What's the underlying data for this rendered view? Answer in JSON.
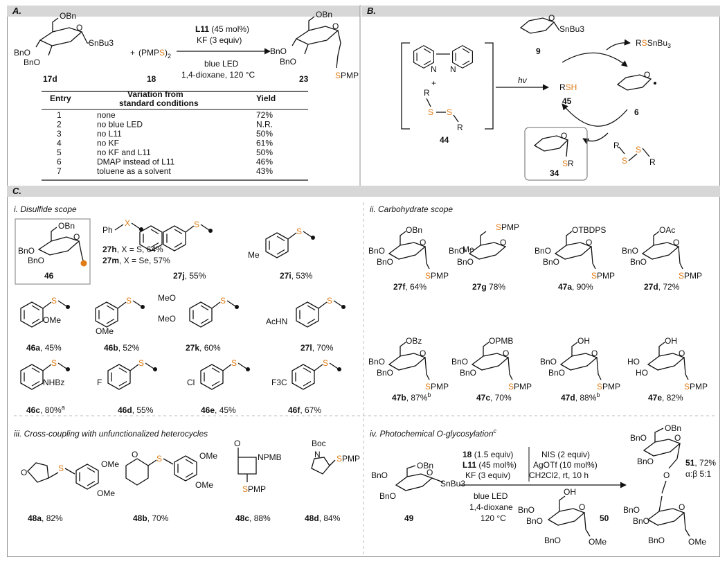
{
  "panels": {
    "A": "A.",
    "B": "B.",
    "C": "C."
  },
  "panelA": {
    "reactant_label": "17d",
    "reagent": "(PMPS)2",
    "reagent_parts": [
      "(PMP",
      "S",
      ")",
      "2"
    ],
    "reagent_label": "18",
    "product_label": "23",
    "plus": "+",
    "sub_obn": "OBn",
    "sub_bno1": "BnO",
    "sub_bno2": "BnO",
    "sub_snbu3": "SnBu3",
    "prod_obn": "OBn",
    "prod_bno1": "BnO",
    "prod_bno2": "BnO",
    "prod_s": "S",
    "prod_pmp": "PMP",
    "cond_above_1_bold": "L11",
    "cond_above_1_rest": " (45 mol%)",
    "cond_above_2": "KF (3 equiv)",
    "cond_below_1": "blue LED",
    "cond_below_2": "1,4-dioxane, 120 °C",
    "table": {
      "headers": [
        "Entry",
        "Variation from",
        "standard conditions",
        "Yield"
      ],
      "rows": [
        [
          "1",
          "none",
          "72%"
        ],
        [
          "2",
          "no blue LED",
          "N.R."
        ],
        [
          "3",
          "no L11",
          "50%"
        ],
        [
          "4",
          "no KF",
          "61%"
        ],
        [
          "5",
          "no KF and L11",
          "50%"
        ],
        [
          "6",
          "DMAP instead of L11",
          "46%"
        ],
        [
          "7",
          "toluene as a solvent",
          "43%"
        ]
      ]
    }
  },
  "panelB": {
    "hv": "hv",
    "plus": "+",
    "label_44": "44",
    "label_9": "9",
    "label_45": "45",
    "label_6": "6",
    "label_34": "34",
    "snbu3": "SnBu3",
    "rssnbu3": "RSSnBu3",
    "rsh": "RSH",
    "sr": "SR",
    "r": "R",
    "s": "S"
  },
  "panelC": {
    "i_title": "i. Disulfide scope",
    "ii_title": "ii. Carbohydrate scope",
    "iii_title": "iii. Cross-coupling with unfunctionalized heterocycles",
    "iv_title": "iv. Photochemical O-glycosylation",
    "iv_sup": "c",
    "disulfides": [
      {
        "label": "46",
        "yield": ""
      },
      {
        "label": "27h",
        "yield": ", X = S, 64%"
      },
      {
        "label": "27m",
        "yield": ", X = Se, 57%"
      },
      {
        "label": "27j",
        "yield": ", 55%"
      },
      {
        "label": "27i",
        "yield": ", 53%"
      },
      {
        "label": "46a",
        "yield": ", 45%"
      },
      {
        "label": "46b",
        "yield": ", 52%"
      },
      {
        "label": "27k",
        "yield": ", 60%"
      },
      {
        "label": "27l",
        "yield": ", 70%"
      },
      {
        "label": "46c",
        "yield": ", 80%",
        "sup": "a"
      },
      {
        "label": "46d",
        "yield": ", 55%"
      },
      {
        "label": "46e",
        "yield": ", 45%"
      },
      {
        "label": "46f",
        "yield": ", 67%"
      }
    ],
    "carbohydrates": [
      {
        "label": "27f",
        "yield": ", 64%"
      },
      {
        "label": "27g",
        "yield": " 78%"
      },
      {
        "label": "47a",
        "yield": ", 90%"
      },
      {
        "label": "27d",
        "yield": ", 72%"
      },
      {
        "label": "47b",
        "yield": ", 87%",
        "sup": "b"
      },
      {
        "label": "47c",
        "yield": ", 70%"
      },
      {
        "label": "47d",
        "yield": ", 88%",
        "sup": "b"
      },
      {
        "label": "47e",
        "yield": ", 82%"
      }
    ],
    "heterocycles": [
      {
        "label": "48a",
        "yield": ", 82%"
      },
      {
        "label": "48b",
        "yield": ", 70%"
      },
      {
        "label": "48c",
        "yield": ", 88%"
      },
      {
        "label": "48d",
        "yield": ", 84%"
      }
    ],
    "labels": {
      "obn": "OBn",
      "bno": "BnO",
      "ph": "Ph",
      "x": "X",
      "s": "S",
      "me": "Me",
      "ome": "OMe",
      "meo": "MeO",
      "achn": "AcHN",
      "nhbz": "NHBz",
      "f": "F",
      "cl": "Cl",
      "f3c": "F3C",
      "spmp": "SPMP",
      "otbdps": "OTBDPS",
      "oac": "OAc",
      "obz": "OBz",
      "opmb": "OPMB",
      "oh": "OH",
      "ho": "HO",
      "npmb": "NPMB",
      "boc": "Boc",
      "n": "N",
      "o": "O"
    },
    "glycosylation": {
      "label_49": "49",
      "label_50": "50",
      "label_51": "51",
      "yield_51": ", 72%",
      "ratio": "α:β 5:1",
      "step1_line1_bold": "18",
      "step1_line1_rest": " (1.5 equiv)",
      "step1_line2_bold": "L11",
      "step1_line2_rest": " (45 mol%)",
      "step1_line3": "KF (3 equiv)",
      "step1_below_1": "blue LED",
      "step1_below_2": "1,4-dioxane",
      "step1_below_3": "120 °C",
      "step2_line1": "NIS (2 equiv)",
      "step2_line2": "AgOTf (10 mol%)",
      "step2_line3": "CH2Cl2, rt, 10 h",
      "snbu3": "SnBu3",
      "ome": "OMe",
      "o": "O",
      "oh": "OH"
    }
  },
  "colors": {
    "accent": "#e07b16",
    "band": "#d7d7d7"
  }
}
